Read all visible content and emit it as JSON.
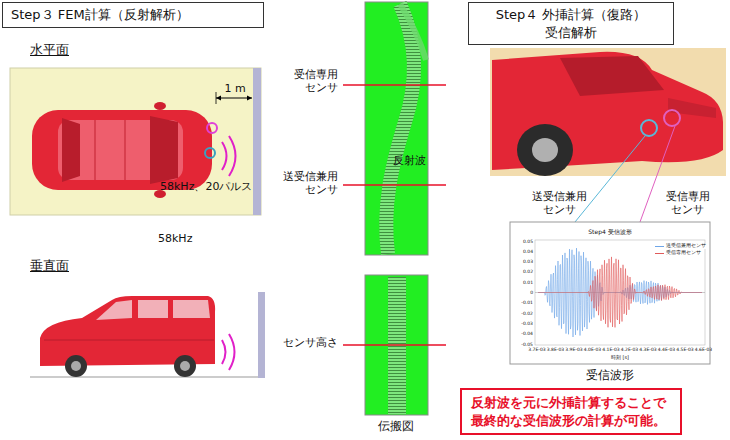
{
  "diagram": {
    "nodes": [
      {
        "text": [
          "Step３ FEM計算（反射解析）"
        ]
      },
      {
        "text": [
          "Step４ 外挿計算（復路）",
          "受信解析"
        ]
      },
      {
        "text": [
          "反射波を元に外挿計算することで 最終的な受信波形の計算が可能。"
        ]
      }
    ],
    "labels": [
      "水平面",
      "1 m",
      "58kHz、20パルス",
      "58kHz",
      "垂直面",
      "受信専用 センサ",
      "送受信兼用 センサ",
      "反射波",
      "センサ高さ",
      "伝搬図",
      "送受信兼用 センサ",
      "受信専用 センサ",
      "Step4 受信波形",
      "時刻 [s]",
      "受信波形",
      "0.05",
      "0.04",
      "0.03",
      "0.02",
      "0.01",
      "0",
      "-0.01",
      "-0.02",
      "-0.03",
      "-0.04",
      "-0.05",
      "3.7E-03",
      "3.8E-03",
      "3.9E-03",
      "4.0E-03",
      "4.1E-03",
      "4.2E-03",
      "4.3E-03",
      "4.4E-03",
      "4.5E-03",
      "4.6E-03"
    ],
    "legend": [
      {
        "text": "送受信兼用センサ"
      },
      {
        "text": "受信専用センサ"
      }
    ]
  }
}
